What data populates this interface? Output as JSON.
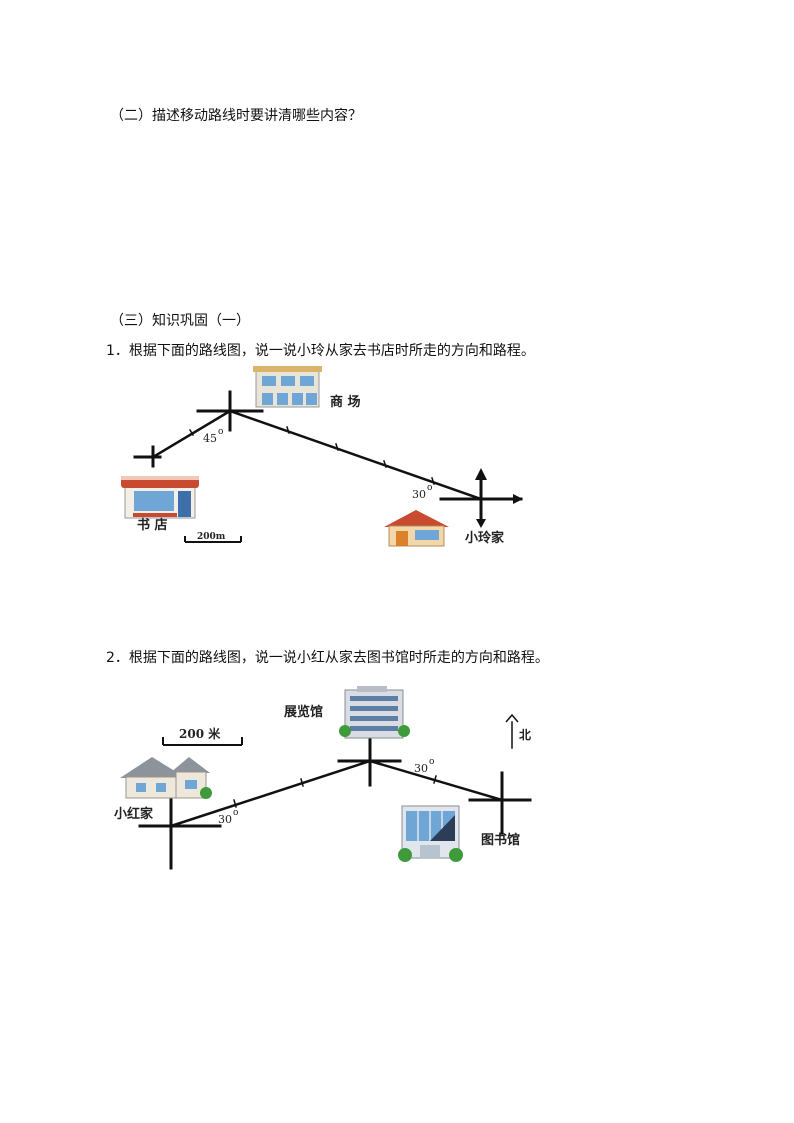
{
  "q2_heading": "（二）描述移动路线时要讲清哪些内容？",
  "q3_heading": "（三）知识巩固（一）",
  "problem1": {
    "text": "1．根据下面的路线图，说一说小玲从家去书店时所走的方向和路程。",
    "label_mall": "商 场",
    "label_bookstore": "书 店",
    "label_home": "小玲家",
    "angle_45": "45",
    "angle_30": "30",
    "deg_mark": "o",
    "scale": "200m"
  },
  "problem2": {
    "text": "2．根据下面的路线图，说一说小红从家去图书馆时所走的方向和路程。",
    "label_exhibition": "展览馆",
    "label_home": "小红家",
    "label_library": "图书馆",
    "label_north": "北",
    "angle_30a": "30",
    "angle_30b": "30",
    "deg_mark": "o",
    "scale": "200 米"
  },
  "colors": {
    "line": "#111111",
    "building_wall": "#e8e4d8",
    "roof_red": "#c84b31",
    "window_blue": "#6fa6d6",
    "tree_green": "#3e9a3a"
  }
}
